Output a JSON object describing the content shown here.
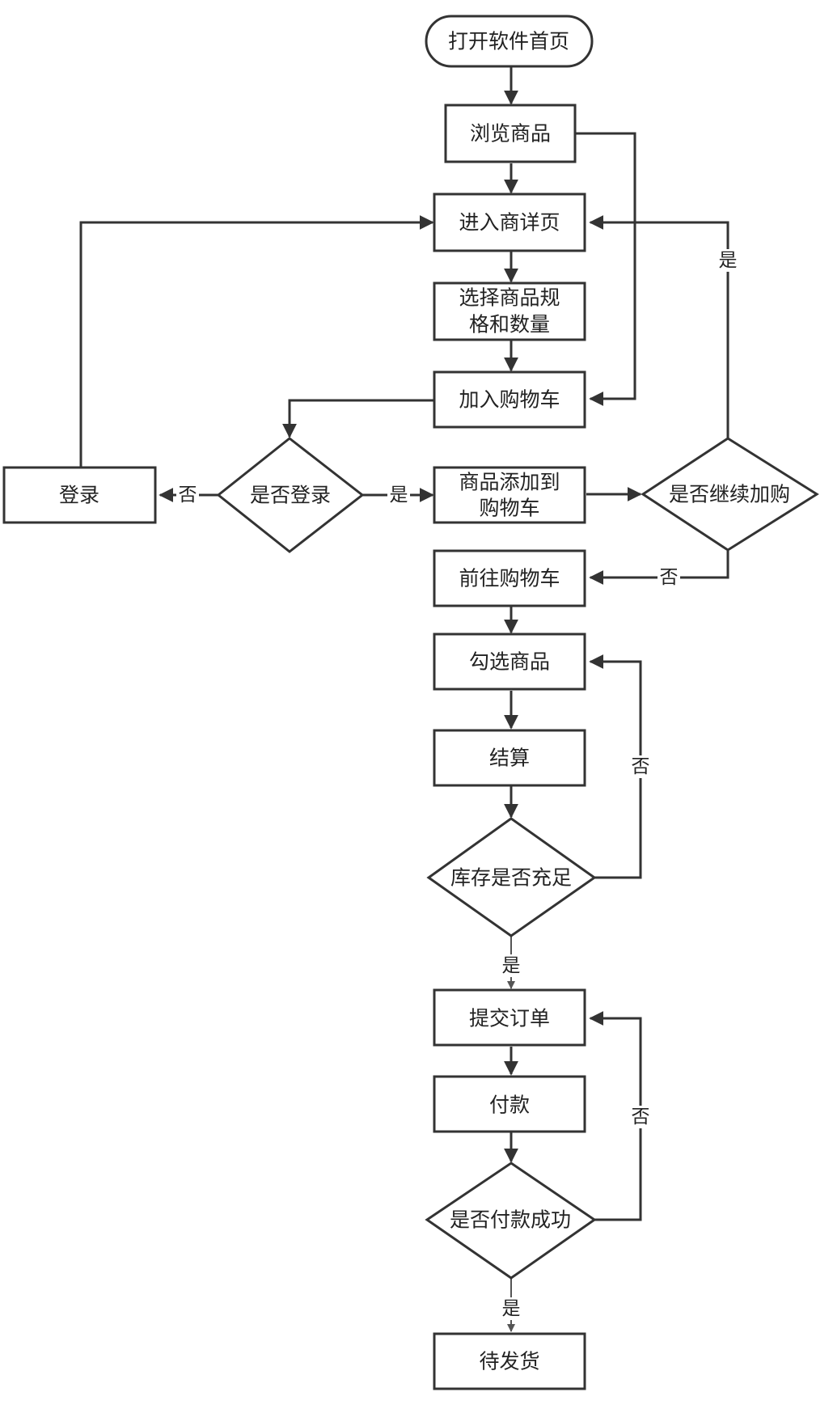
{
  "nodes": {
    "start": "打开软件首页",
    "browse": "浏览商品",
    "detail": "进入商详页",
    "select_1": "选择商品规",
    "select_2": "格和数量",
    "add_cart": "加入购物车",
    "login": "登录",
    "is_logged_in": "是否登录",
    "added_1": "商品添加到",
    "added_2": "购物车",
    "continue": "是否继续加购",
    "goto_cart": "前往购物车",
    "check_items": "勾选商品",
    "settle": "结算",
    "stock": "库存是否充足",
    "submit": "提交订单",
    "pay": "付款",
    "pay_ok": "是否付款成功",
    "wait_ship": "待发货"
  },
  "edge_labels": {
    "login_no": "否",
    "login_yes": "是",
    "continue_yes": "是",
    "continue_no": "否",
    "stock_no": "否",
    "stock_yes": "是",
    "pay_no": "否",
    "pay_yes": "是"
  },
  "colors": {
    "stroke": "#333333",
    "text": "#222222",
    "fill": "#ffffff"
  }
}
